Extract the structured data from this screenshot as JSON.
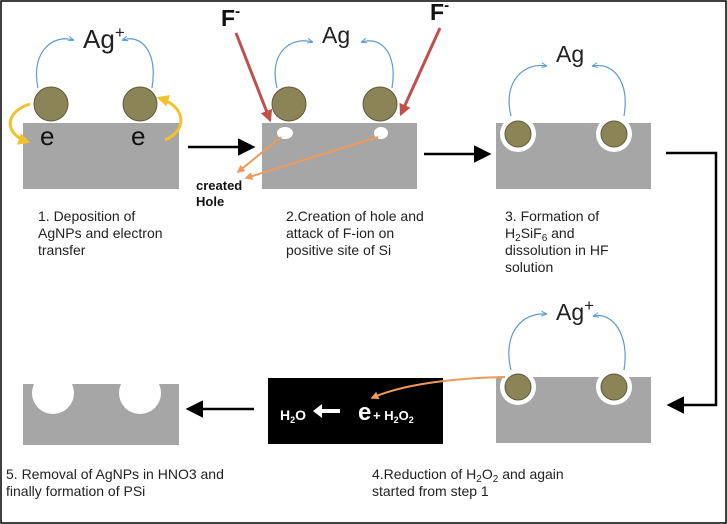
{
  "colors": {
    "silicon": "#a6a6a6",
    "nanoparticle": "#8b8457",
    "nanoparticle_outline": "#5f5a3b",
    "hole": "#ffffff",
    "flow_arrow": "#000000",
    "ion_arrow": "#c0504d",
    "ion_path_arrow": "#5b9bd5",
    "electron_arrow": "#f2c12e",
    "pointer_arrow": "#f0995b",
    "reaction_box": "#000000",
    "frame": "#000000"
  },
  "labels": {
    "ag_plus": "Ag",
    "ag_plus_sup": "+",
    "ag": "Ag",
    "fluoride": "F",
    "fluoride_sup": "-",
    "electron": "e",
    "created_hole": "created Hole"
  },
  "reaction": {
    "product": "H",
    "product_sub": "2",
    "product_end": "O",
    "electron": "e",
    "plus": "+ H",
    "sub1": "2",
    "o": "O",
    "sub2": "2"
  },
  "steps": [
    {
      "id": 1,
      "caption": "1. Deposition of AgNPs and electron transfer"
    },
    {
      "id": 2,
      "caption": "2.Creation of hole and attack of F-ion on positive site of Si"
    },
    {
      "id": 3,
      "caption_a": "3. Formation of H",
      "caption_sub1": "2",
      "caption_b": "SiF",
      "caption_sub2": "6",
      "caption_c": " and dissolution in HF solution"
    },
    {
      "id": 4,
      "caption_a": "4.Reduction of H",
      "caption_sub1": "2",
      "caption_b": "O",
      "caption_sub2": "2",
      "caption_c": " and again started from step 1"
    },
    {
      "id": 5,
      "caption": "5. Removal of AgNPs in HNO3 and finally formation of PSi"
    }
  ],
  "icons": [
    "flow-arrow-icon",
    "blue-curved-arrow-icon",
    "red-ion-arrow-icon",
    "yellow-electron-arrow-icon",
    "orange-pointer-arrow-icon"
  ]
}
